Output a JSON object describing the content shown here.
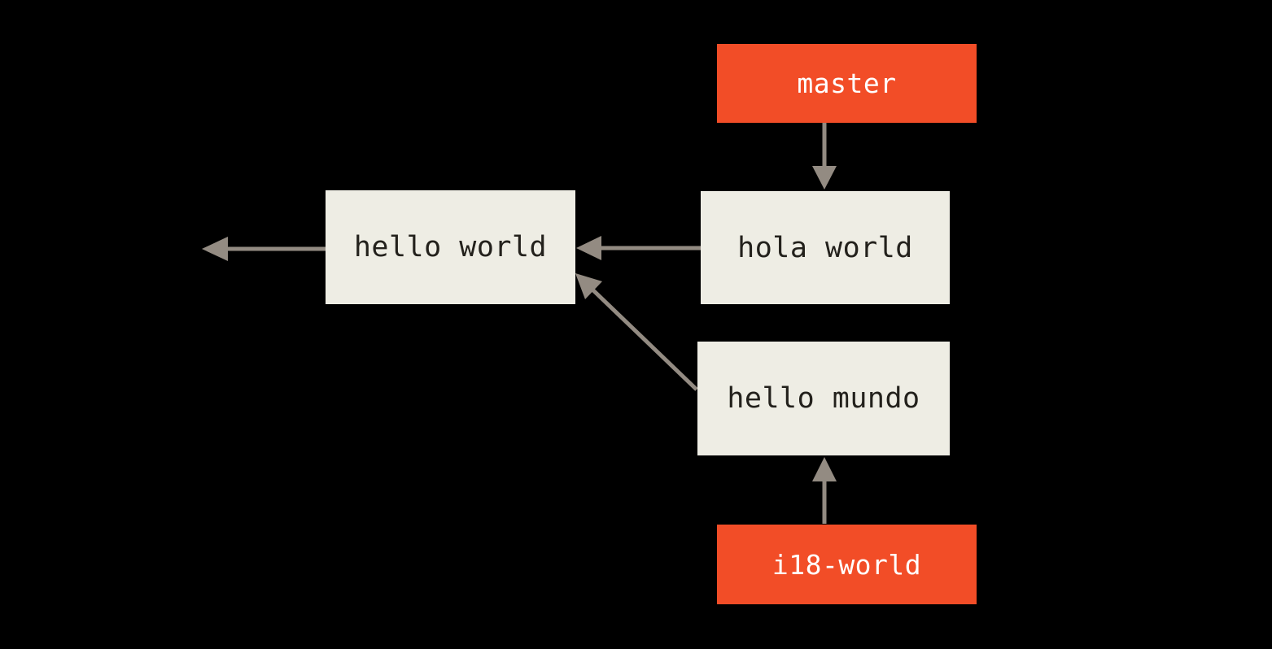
{
  "diagram": {
    "description": "git commit history: master and i18-world branches diverging from a common hello world commit",
    "background_color": "#000000",
    "colors": {
      "branch_fill": "#f24d27",
      "branch_text": "#ffffff",
      "commit_fill": "#eeede4",
      "commit_text": "#23211c",
      "arrow": "#938b82"
    },
    "nodes": {
      "master": {
        "label": "master",
        "type": "branch-label"
      },
      "hello_world": {
        "label": "hello world",
        "type": "commit"
      },
      "hola_world": {
        "label": "hola world",
        "type": "commit"
      },
      "hello_mundo": {
        "label": "hello mundo",
        "type": "commit"
      },
      "i18_world": {
        "label": "i18-world",
        "type": "branch-label"
      }
    },
    "edges": [
      {
        "from": "master",
        "to": "hola_world",
        "direction": "down"
      },
      {
        "from": "hola_world",
        "to": "hello_world",
        "direction": "left"
      },
      {
        "from": "hello_world",
        "to": "earlier-history-offscreen",
        "direction": "left"
      },
      {
        "from": "hello_mundo",
        "to": "hello_world",
        "direction": "up-left"
      },
      {
        "from": "i18_world",
        "to": "hello_mundo",
        "direction": "up"
      }
    ]
  }
}
